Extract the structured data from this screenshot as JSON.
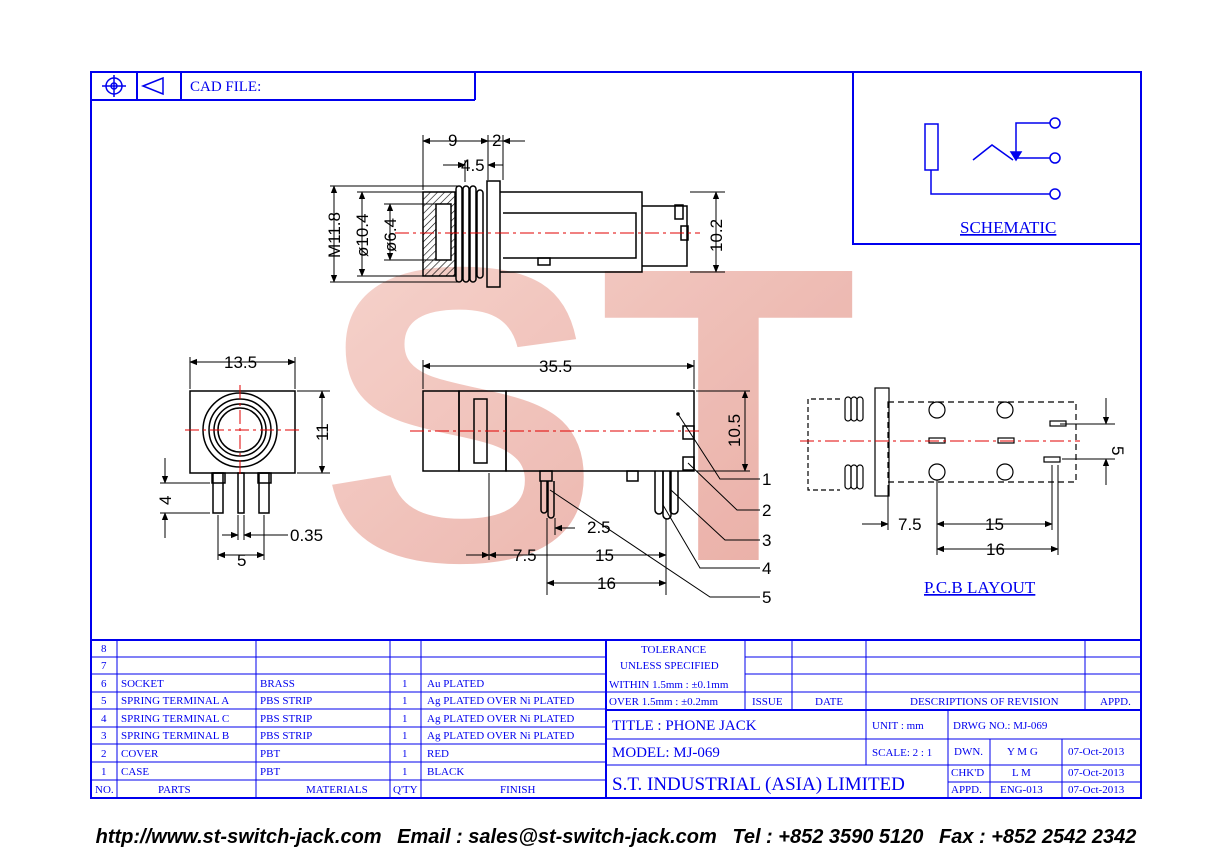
{
  "header": {
    "cad_file_label": "CAD FILE:"
  },
  "watermark": {
    "text": "ST",
    "color": "#e8a39b"
  },
  "colors": {
    "frame": "#0000ee",
    "centerline": "#e00000",
    "dimension": "#000000"
  },
  "dimensions": {
    "top_9": "9",
    "top_2": "2",
    "top_45": "4.5",
    "thread": "M11.8",
    "dia104": "ø10.4",
    "dia64": "ø6.4",
    "right_102": "10.2",
    "side_135": "13.5",
    "side_11": "11",
    "side_4": "4",
    "side_035": "0.35",
    "side_5": "5",
    "front_355": "35.5",
    "front_105": "10.5",
    "front_25": "2.5",
    "front_75": "7.5",
    "front_15": "15",
    "front_16": "16",
    "pcb_75": "7.5",
    "pcb_15": "15",
    "pcb_16": "16",
    "pcb_5": "5"
  },
  "callouts": [
    "1",
    "2",
    "3",
    "4",
    "5"
  ],
  "labels": {
    "schematic": "SCHEMATIC",
    "pcb_layout": "P.C.B LAYOUT"
  },
  "bom": {
    "rows": [
      {
        "no": "8",
        "part": "",
        "material": "",
        "qty": "",
        "finish": ""
      },
      {
        "no": "7",
        "part": "",
        "material": "",
        "qty": "",
        "finish": ""
      },
      {
        "no": "6",
        "part": "SOCKET",
        "material": "BRASS",
        "qty": "1",
        "finish": "Au PLATED"
      },
      {
        "no": "5",
        "part": "SPRING TERMINAL A",
        "material": "PBS STRIP",
        "qty": "1",
        "finish": "Ag PLATED OVER Ni PLATED"
      },
      {
        "no": "4",
        "part": "SPRING TERMINAL C",
        "material": "PBS STRIP",
        "qty": "1",
        "finish": "Ag PLATED OVER Ni PLATED"
      },
      {
        "no": "3",
        "part": "SPRING TERMINAL B",
        "material": "PBS STRIP",
        "qty": "1",
        "finish": "Ag PLATED OVER Ni PLATED"
      },
      {
        "no": "2",
        "part": "COVER",
        "material": "PBT",
        "qty": "1",
        "finish": "RED"
      },
      {
        "no": "1",
        "part": "CASE",
        "material": "PBT",
        "qty": "1",
        "finish": "BLACK"
      }
    ],
    "headers": {
      "no": "NO.",
      "parts": "PARTS",
      "materials": "MATERIALS",
      "qty": "Q'TY",
      "finish": "FINISH"
    }
  },
  "tolerance": {
    "title1": "TOLERANCE",
    "title2": "UNLESS   SPECIFIED",
    "line1": "WITHIN 1.5mm : ±0.1mm",
    "line2": "OVER 1.5mm : ±0.2mm"
  },
  "revision": {
    "issue": "ISSUE",
    "date": "DATE",
    "desc": "DESCRIPTIONS  OF  REVISION",
    "appd": "APPD."
  },
  "title_block": {
    "title": "TITLE :   PHONE JACK",
    "unit": "UNIT :   mm",
    "drwg": "DRWG NO.:   MJ-069",
    "model": "MODEL:   MJ-069",
    "scale": "SCALE:  2 : 1",
    "company": "S.T.  INDUSTRIAL  (ASIA)  LIMITED",
    "dwn_label": "DWN.",
    "dwn_value": "Y M G",
    "dwn_date": "07-Oct-2013",
    "chkd_label": "CHK'D",
    "chkd_value": "L M",
    "chkd_date": "07-Oct-2013",
    "appd_label": "APPD.",
    "appd_value": "ENG-013",
    "appd_date": "07-Oct-2013"
  },
  "footer": {
    "url": "http://www.st-switch-jack.com",
    "email": "Email : sales@st-switch-jack.com",
    "tel": "Tel : +852 3590 5120",
    "fax": "Fax : +852 2542 2342"
  }
}
